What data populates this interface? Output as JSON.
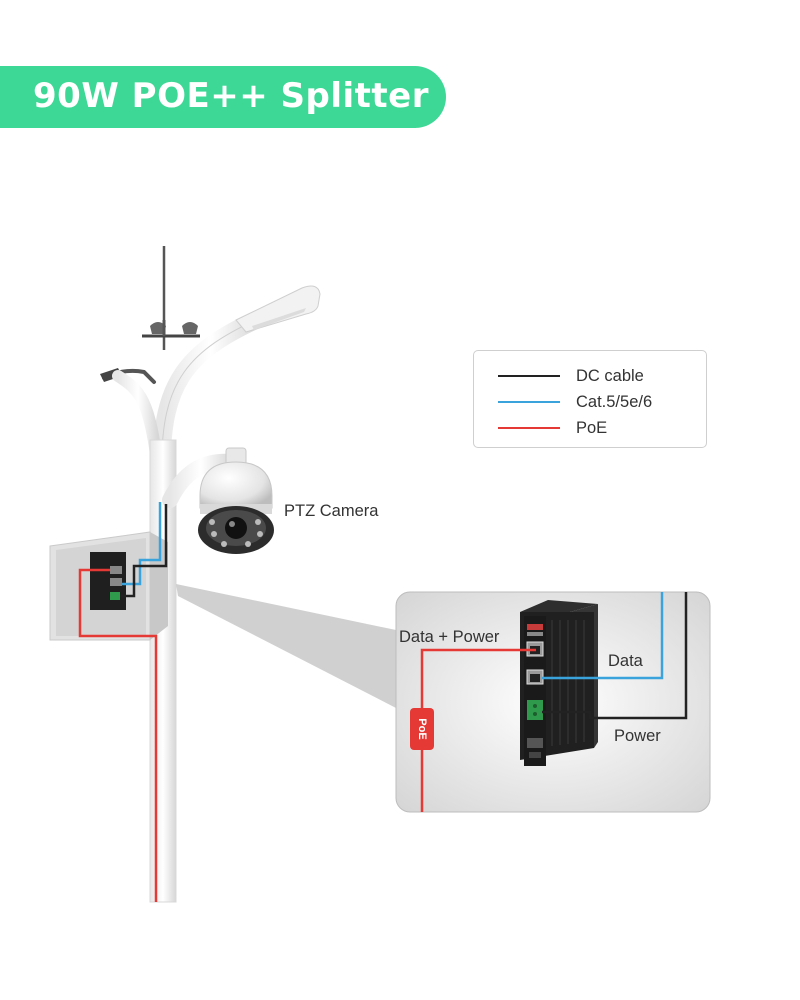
{
  "title": "90W POE++ Splitter",
  "legend": {
    "items": [
      {
        "label": "DC cable",
        "color": "#222222"
      },
      {
        "label": "Cat.5/5e/6",
        "color": "#3aa3dc"
      },
      {
        "label": "PoE",
        "color": "#e53935"
      }
    ]
  },
  "labels": {
    "ptz_camera": "PTZ Camera",
    "data_power": "Data + Power",
    "data": "Data",
    "power": "Power",
    "poe_tag": "PoE"
  },
  "colors": {
    "banner": "#3ed896",
    "dc_cable": "#222222",
    "cat_cable": "#3aa3dc",
    "poe_cable": "#e53935"
  }
}
